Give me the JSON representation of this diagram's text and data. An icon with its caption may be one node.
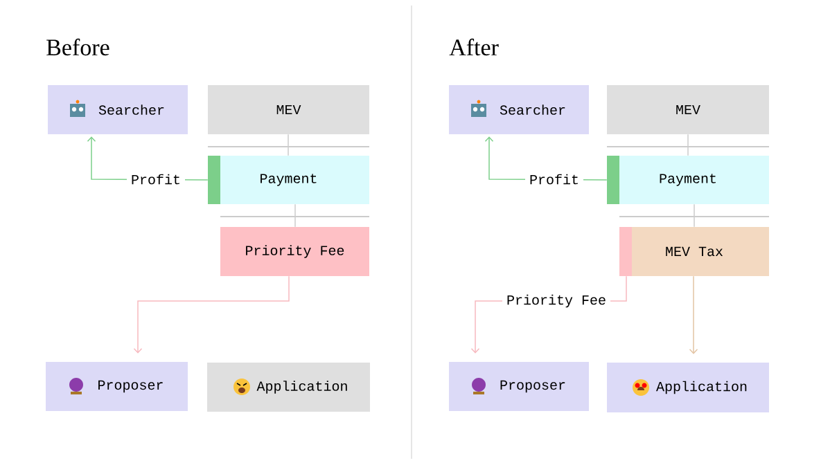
{
  "diagram": {
    "nodes": [
      {
        "text": [
          "Searcher"
        ]
      },
      {
        "text": [
          "MEV"
        ]
      },
      {
        "text": [
          "Payment"
        ]
      },
      {
        "text": [
          "Priority Fee"
        ]
      },
      {
        "text": [
          "Proposer"
        ]
      },
      {
        "text": [
          "Application"
        ]
      },
      {
        "text": [
          "Searcher"
        ]
      },
      {
        "text": [
          "MEV"
        ]
      },
      {
        "text": [
          "Payment"
        ]
      },
      {
        "text": [
          "MEV Tax"
        ]
      },
      {
        "text": [
          "Proposer"
        ]
      },
      {
        "text": [
          "Application"
        ]
      }
    ],
    "edges": [
      {
        "from": 1,
        "to": 2,
        "arrow": "none",
        "color": "#cccccc"
      },
      {
        "from": 2,
        "to": 3,
        "arrow": "none",
        "color": "#cccccc"
      },
      {
        "from": 2,
        "to": 0,
        "arrow": "to",
        "label": "Profit",
        "color": "#7ccf8a"
      },
      {
        "from": 3,
        "to": 4,
        "arrow": "to",
        "color": "#f7b9bf"
      },
      {
        "from": 7,
        "to": 8,
        "arrow": "none",
        "color": "#cccccc"
      },
      {
        "from": 8,
        "to": 9,
        "arrow": "none",
        "color": "#cccccc"
      },
      {
        "from": 8,
        "to": 6,
        "arrow": "to",
        "label": "Profit",
        "color": "#7ccf8a"
      },
      {
        "from": 9,
        "to": 10,
        "arrow": "to",
        "label": "Priority Fee",
        "color": "#f7b9bf"
      },
      {
        "from": 9,
        "to": 11,
        "arrow": "to",
        "color": "#e3c4a3"
      }
    ],
    "labels": [
      "Before",
      "After"
    ]
  }
}
